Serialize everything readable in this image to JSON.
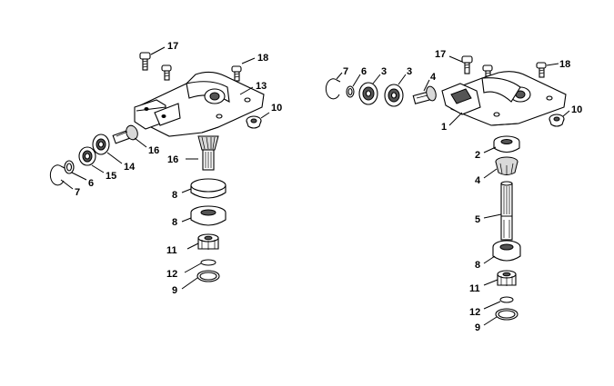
{
  "diagram": {
    "left_assembly": {
      "callouts": [
        "17",
        "18",
        "13",
        "10",
        "16",
        "14",
        "15",
        "6",
        "7",
        "16",
        "8",
        "8",
        "11",
        "12",
        "9"
      ]
    },
    "right_assembly": {
      "callouts": [
        "7",
        "6",
        "3",
        "3",
        "4",
        "17",
        "18",
        "1",
        "10",
        "2",
        "4",
        "5",
        "8",
        "11",
        "12",
        "9"
      ]
    }
  }
}
